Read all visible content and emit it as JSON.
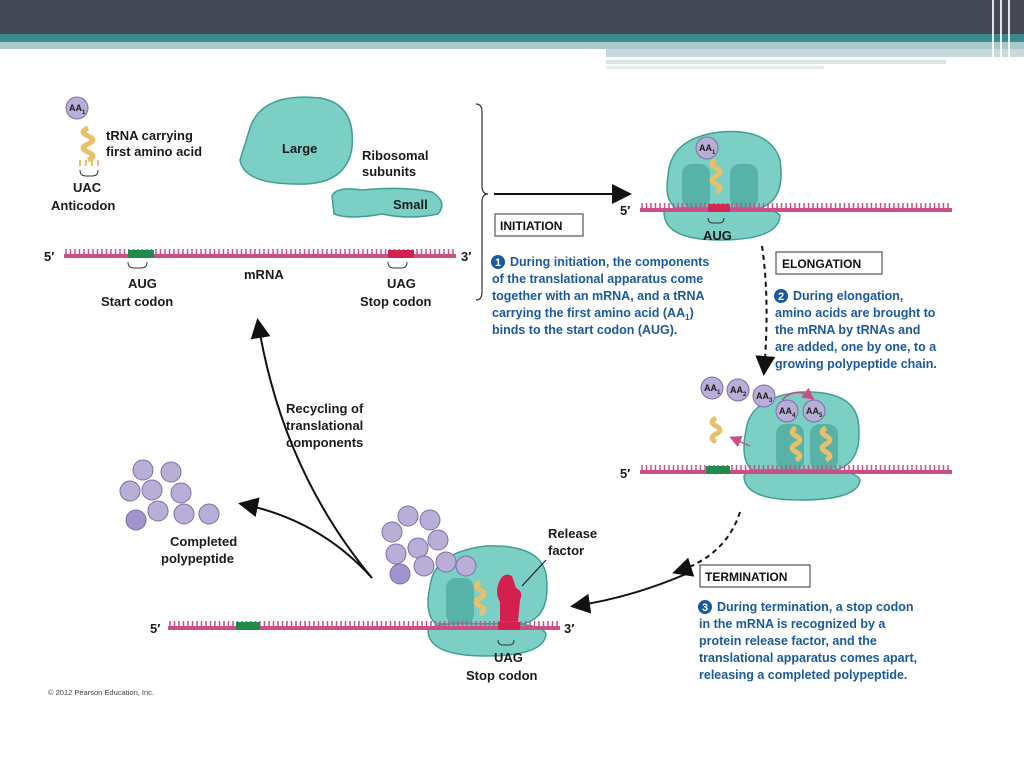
{
  "copyright": "© 2012 Pearson Education, Inc.",
  "top_left": {
    "aa": "AA",
    "aa_sub": "1",
    "trna_line1": "tRNA carrying",
    "trna_line2": "first amino acid",
    "anticodon_code": "UAC",
    "anticodon_label": "Anticodon",
    "large": "Large",
    "small": "Small",
    "ribosomal_line1": "Ribosomal",
    "ribosomal_line2": "subunits"
  },
  "mrna": {
    "five_prime": "5′",
    "three_prime": "3′",
    "label": "mRNA",
    "start_code": "AUG",
    "start_label": "Start codon",
    "stop_code": "UAG",
    "stop_label": "Stop codon"
  },
  "initiation": {
    "title": "INITIATION",
    "number": "1",
    "text_lines": [
      "During initiation, the components",
      "of the translational apparatus come",
      "together with an mRNA, and a tRNA",
      "carrying the first amino acid (AA",
      "binds to the start codon (AUG)."
    ],
    "aa_sub": "1",
    "text_line4_end": ")",
    "five_prime": "5′",
    "aug": "AUG",
    "aa": "AA",
    "aa_sub_label": "1"
  },
  "elongation": {
    "title": "ELONGATION",
    "number": "2",
    "text_lines": [
      "During elongation,",
      "amino acids are brought to",
      "the mRNA by tRNAs and",
      "are added, one by one, to a",
      "growing polypeptide chain."
    ],
    "five_prime": "5′",
    "aa_labels": [
      "AA",
      "AA",
      "AA",
      "AA",
      "AA"
    ],
    "aa_subs": [
      "1",
      "2",
      "3",
      "4",
      "5"
    ]
  },
  "termination": {
    "title": "TERMINATION",
    "number": "3",
    "text_lines": [
      "During termination, a stop codon",
      "in the mRNA is recognized by a",
      "protein release factor, and the",
      "translational apparatus comes apart,",
      "releasing a completed polypeptide."
    ],
    "five_prime": "5′",
    "three_prime": "3′",
    "uag": "UAG",
    "stop_label": "Stop codon",
    "release_line1": "Release",
    "release_line2": "factor"
  },
  "recycling": {
    "line1": "Recycling of",
    "line2": "translational",
    "line3": "components"
  },
  "completed": {
    "line1": "Completed",
    "line2": "polypeptide"
  },
  "colors": {
    "ribosome": "#7ccfc4",
    "ribosome_dark": "#3f9f95",
    "mrna": "#c94f86",
    "start_codon": "#1f8a4a",
    "stop_codon": "#d4204c",
    "trna": "#e8c06a",
    "amino_acid": "#b9aed8",
    "text_blue": "#1a5aa0",
    "title_bar": "#444855",
    "accent_band": "#3d8a8c"
  }
}
